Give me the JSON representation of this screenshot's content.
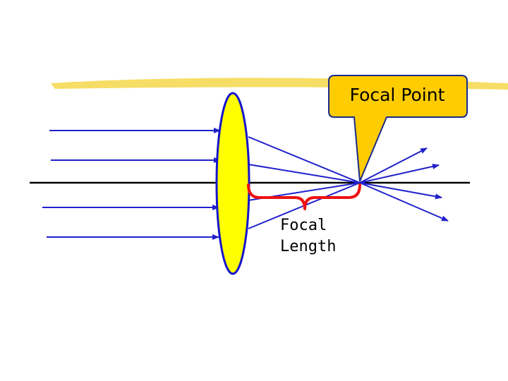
{
  "diagram": {
    "callout": {
      "label": "Focal Point"
    },
    "focal_length_label": {
      "line1": "Focal",
      "line2": "Length"
    },
    "colors": {
      "lens_fill": "#ffff00",
      "lens_stroke": "#1515cc",
      "ray": "#2020cc",
      "axis": "#000000",
      "bracket": "#ee1111",
      "callout_fill": "#ffcc00",
      "callout_stroke": "#1a2a8a",
      "highlight_bar": "#f5d74a"
    }
  }
}
